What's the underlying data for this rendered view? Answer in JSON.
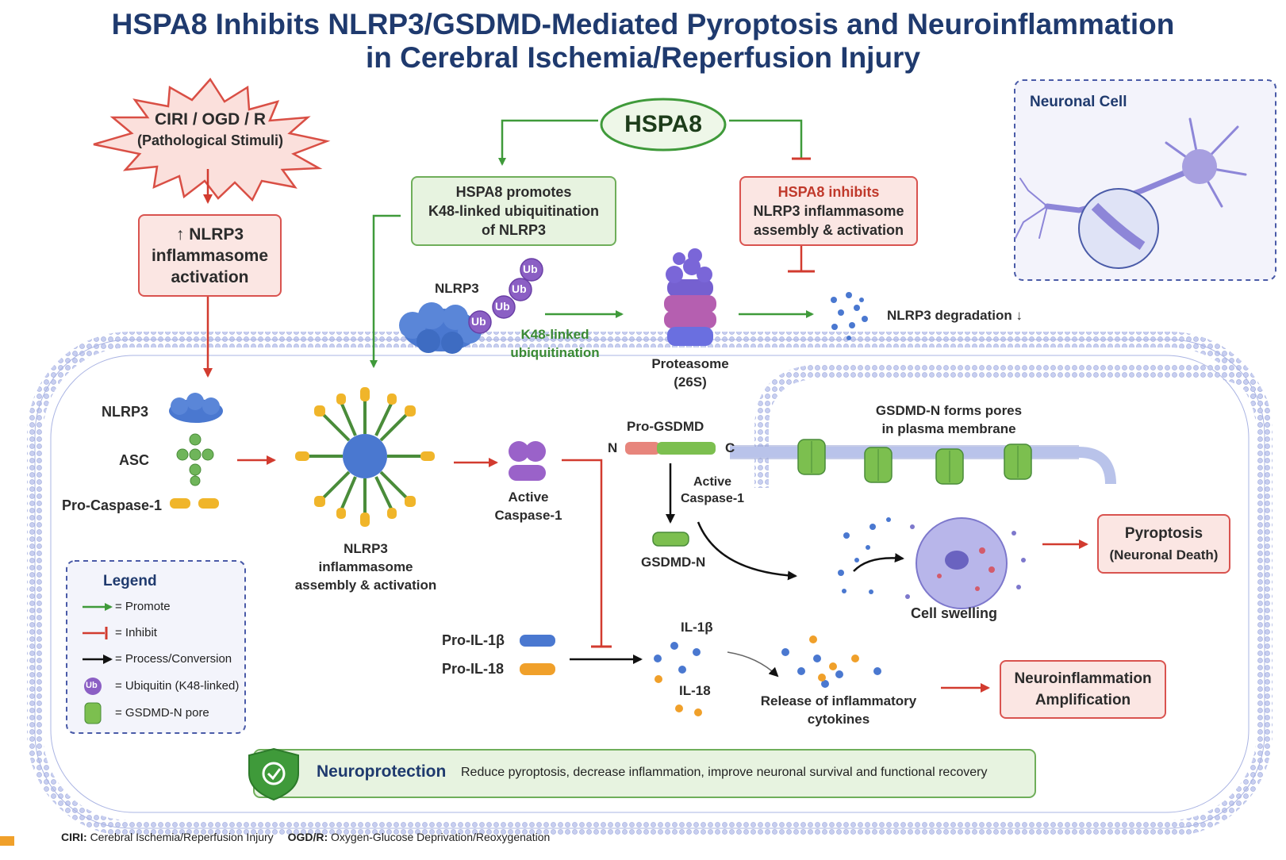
{
  "title": {
    "line1": "HSPA8 Inhibits NLRP3/GSDMD-Mediated Pyroptosis and Neuroinflammation",
    "line2": "in Cerebral Ischemia/Reperfusion Injury"
  },
  "stimuli": {
    "line1": "CIRI / OGD / R",
    "line2": "(Pathological Stimuli)"
  },
  "nlrp3_activation": {
    "line1": "↑ NLRP3",
    "line2": "inflammasome",
    "line3": "activation"
  },
  "hspa8": {
    "label": "HSPA8"
  },
  "hspa8_promotes": {
    "line1": "HSPA8 promotes",
    "line2": "K48-linked ubiquitination",
    "line3": "of NLRP3"
  },
  "hspa8_inhibits": {
    "line1": "HSPA8 inhibits",
    "line2": "NLRP3 inflammasome",
    "line3": "assembly & activation"
  },
  "neuronal_cell": {
    "label": "Neuronal Cell"
  },
  "ubiquitination": {
    "nlrp3_label": "NLRP3",
    "ub_label": "Ub",
    "k48_line1": "K48-linked",
    "k48_line2": "ubiquitination"
  },
  "proteasome": {
    "line1": "Proteasome",
    "line2": "(26S)"
  },
  "degradation": {
    "label": "NLRP3 degradation ↓"
  },
  "components": {
    "nlrp3": "NLRP3",
    "asc": "ASC",
    "pro_caspase": "Pro-Caspase-1"
  },
  "inflammasome": {
    "line1": "NLRP3",
    "line2": "inflammasome",
    "line3": "assembly & activation"
  },
  "active_caspase": {
    "line1": "Active",
    "line2": "Caspase-1"
  },
  "gsdmd": {
    "pro_label": "Pro-GSDMD",
    "n": "N",
    "c": "C",
    "cleave_line1": "Active",
    "cleave_line2": "Caspase-1",
    "gsdmd_n": "GSDMD-N",
    "pores_line1": "GSDMD-N forms pores",
    "pores_line2": "in plasma membrane"
  },
  "cell_swelling": {
    "label": "Cell swelling"
  },
  "pyroptosis": {
    "line1": "Pyroptosis",
    "line2": "(Neuronal Death)"
  },
  "cytokines": {
    "pro_il1b": "Pro-IL-1β",
    "pro_il18": "Pro-IL-18",
    "il1b": "IL-1β",
    "il18": "IL-18",
    "release_line1": "Release of inflammatory",
    "release_line2": "cytokines"
  },
  "neuroinflammation": {
    "line1": "Neuroinflammation",
    "line2": "Amplification"
  },
  "legend": {
    "title": "Legend",
    "items": [
      "= Promote",
      "= Inhibit",
      "= Process/Conversion",
      "= Ubiquitin (K48-linked)",
      "= GSDMD-N pore"
    ]
  },
  "neuroprotection": {
    "title": "Neuroprotection",
    "text": "Reduce pyroptosis, decrease inflammation, improve neuronal survival and functional recovery"
  },
  "footnote": {
    "ciri_key": "CIRI:",
    "ciri_text": "Cerebral Ischemia/Reperfusion Injury",
    "ogd_key": "OGD/R:",
    "ogd_text": "Oxygen-Glucose Deprivation/Reoxygenation"
  },
  "colors": {
    "title": "#1f3a6e",
    "promote": "#3f9a3a",
    "inhibit": "#d23b2f",
    "process": "#111111",
    "ubiquitin": "#8b5fc4",
    "pore": "#7cbf4f",
    "membrane": "#b9c3ea"
  }
}
